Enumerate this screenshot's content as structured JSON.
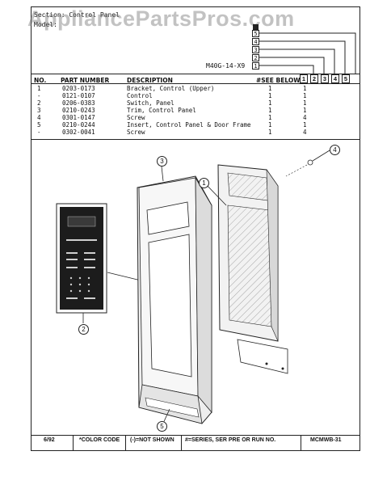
{
  "watermark": "AppliancePartsPros.com",
  "header": {
    "section_title": "Section: Control Panel",
    "model_label": "Model:"
  },
  "model_number": "M40G-14-X9",
  "series_boxes": [
    "5",
    "4",
    "3",
    "2",
    "1"
  ],
  "table": {
    "headers": {
      "no": "NO.",
      "part_number": "PART NUMBER",
      "description": "DESCRIPTION",
      "see_below": "#SEE BELOW"
    },
    "series_columns": [
      "1",
      "2",
      "3",
      "4",
      "5"
    ],
    "rows": [
      {
        "no": "1",
        "part": "0203-0173",
        "desc": "Bracket, Control (Upper)",
        "see": "1",
        "q1": "1"
      },
      {
        "no": "-",
        "part": "0121-0107",
        "desc": "Control",
        "see": "1",
        "q1": "1"
      },
      {
        "no": "2",
        "part": "0206-0383",
        "desc": "Switch, Panel",
        "see": "1",
        "q1": "1"
      },
      {
        "no": "3",
        "part": "0210-0243",
        "desc": "Trim, Control Panel",
        "see": "1",
        "q1": "1"
      },
      {
        "no": "4",
        "part": "0301-0147",
        "desc": "Screw",
        "see": "1",
        "q1": "4"
      },
      {
        "no": "5",
        "part": "0210-0244",
        "desc": "Insert, Control Panel & Door Frame",
        "see": "1",
        "q1": "1"
      },
      {
        "no": "-",
        "part": "0302-0041",
        "desc": "Screw",
        "see": "1",
        "q1": "4"
      }
    ]
  },
  "callouts": [
    "1",
    "2",
    "3",
    "4",
    "5"
  ],
  "footer": {
    "date": "6/92",
    "color_code": "*COLOR CODE",
    "not_shown": "(-)=NOT SHOWN",
    "series_note": "#=SERIES, SER PRE OR RUN NO.",
    "page_code": "MCMWB-31"
  }
}
